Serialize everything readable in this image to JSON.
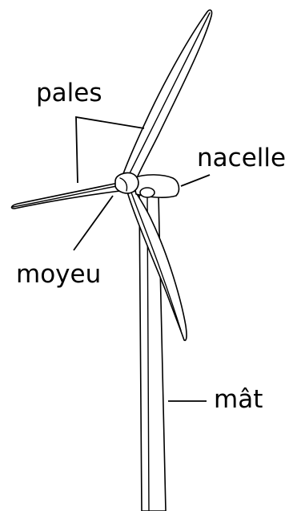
{
  "labels": {
    "blades": "pales",
    "nacelle": "nacelle",
    "hub": "moyeu",
    "tower": "mât"
  },
  "colors": {
    "line": "#000000",
    "background": "#ffffff"
  }
}
